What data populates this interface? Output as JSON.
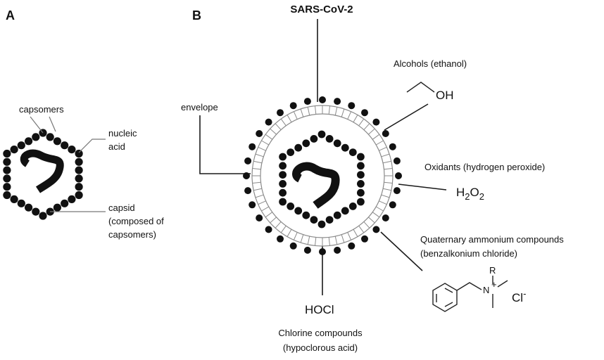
{
  "panel_a": {
    "letter": "A",
    "labels": {
      "capsomers": "capsomers",
      "nucleic_acid_line1": "nucleic",
      "nucleic_acid_line2": "acid",
      "capsid_line1": "capsid",
      "capsid_line2": "(composed of",
      "capsid_line3": "capsomers)"
    }
  },
  "panel_b": {
    "letter": "B",
    "title": "SARS-CoV-2",
    "labels": {
      "envelope": "envelope",
      "alcohols": "Alcohols (ethanol)",
      "ethanol_formula": "OH",
      "oxidants": "Oxidants (hydrogen peroxide)",
      "h2o2_h": "H",
      "h2o2_sub1": "2",
      "h2o2_o": "O",
      "h2o2_sub2": "2",
      "quats_line1": "Quaternary ammonium compounds",
      "quats_line2": "(benzalkonium chloride)",
      "quat_r": "R",
      "quat_n": "N",
      "quat_plus": "+",
      "quat_cl": "Cl",
      "quat_minus": "-",
      "hocl_formula": "HOCl",
      "chlorine_line1": "Chlorine compounds",
      "chlorine_line2": "(hypoclorous acid)"
    }
  },
  "colors": {
    "dot": "#111111",
    "envelope_stroke": "#8a8a8a",
    "text": "#111111"
  }
}
